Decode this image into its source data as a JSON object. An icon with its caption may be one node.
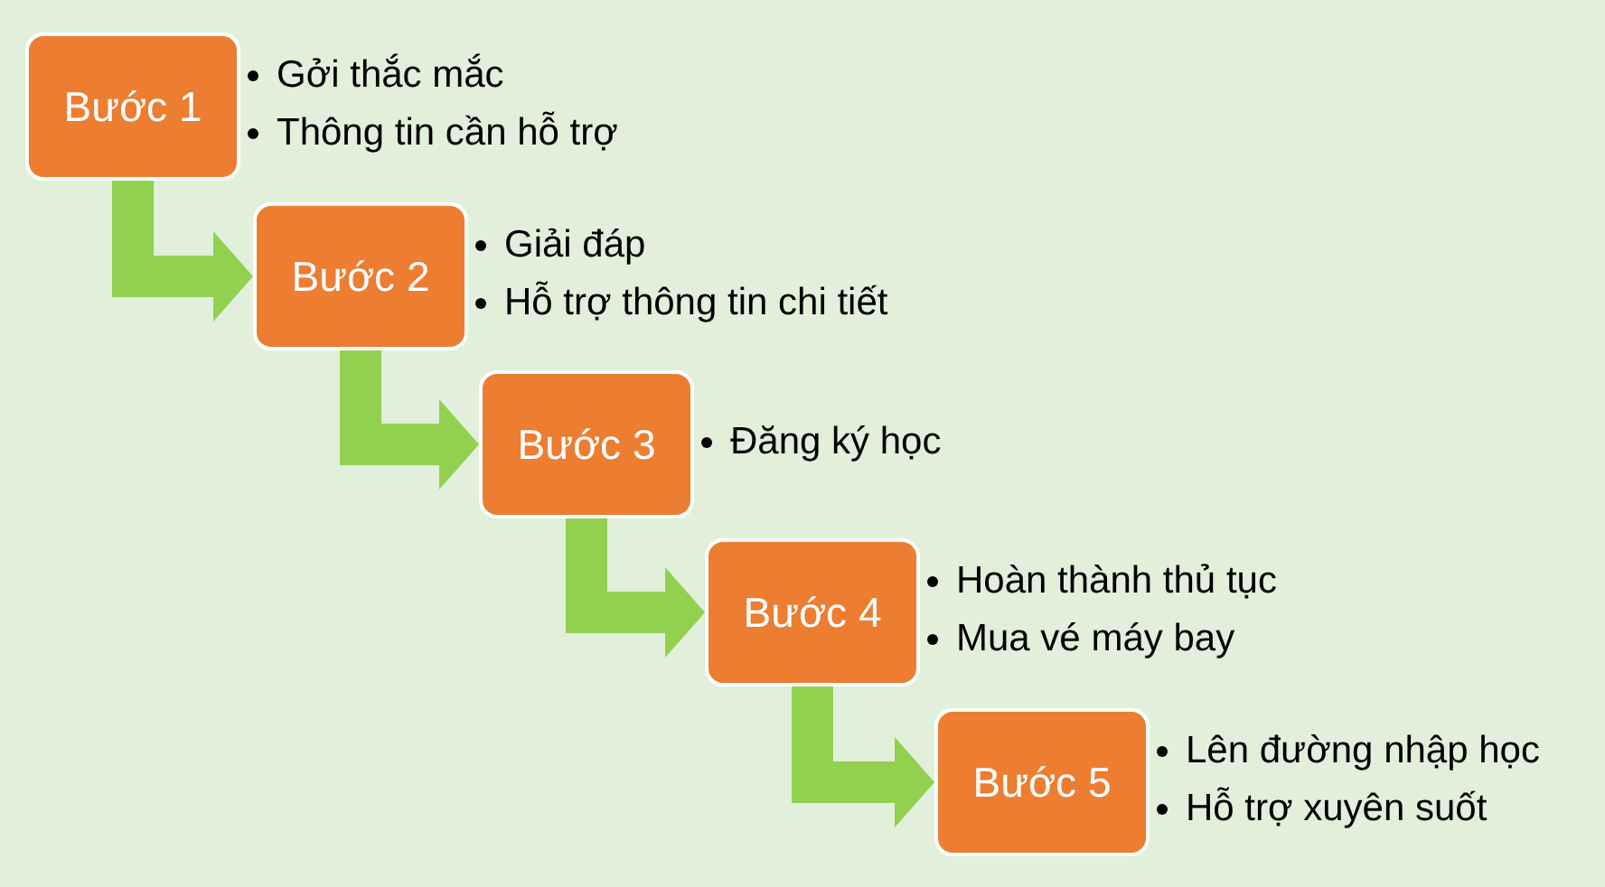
{
  "diagram": {
    "nodes": [
      {
        "text": [
          "Bước 1"
        ],
        "beside": [
          "Gởi thắc mắc",
          "Thông tin cần hỗ trợ"
        ]
      },
      {
        "text": [
          "Bước 2"
        ],
        "beside": [
          "Giải đáp",
          "Hỗ trợ thông tin chi tiết"
        ]
      },
      {
        "text": [
          "Bước 3"
        ],
        "beside": [
          "Đăng ký học"
        ]
      },
      {
        "text": [
          "Bước 4"
        ],
        "beside": [
          "Hoàn thành thủ tục",
          "Mua vé máy bay"
        ]
      },
      {
        "text": [
          "Bước 5"
        ],
        "beside": [
          "Lên đường nhập học",
          "Hỗ trợ xuyên suốt"
        ]
      }
    ],
    "edges": [
      {
        "from": 0,
        "to": 1,
        "arrow": "to"
      },
      {
        "from": 1,
        "to": 2,
        "arrow": "to"
      },
      {
        "from": 2,
        "to": 3,
        "arrow": "to"
      },
      {
        "from": 3,
        "to": 4,
        "arrow": "to"
      }
    ]
  }
}
